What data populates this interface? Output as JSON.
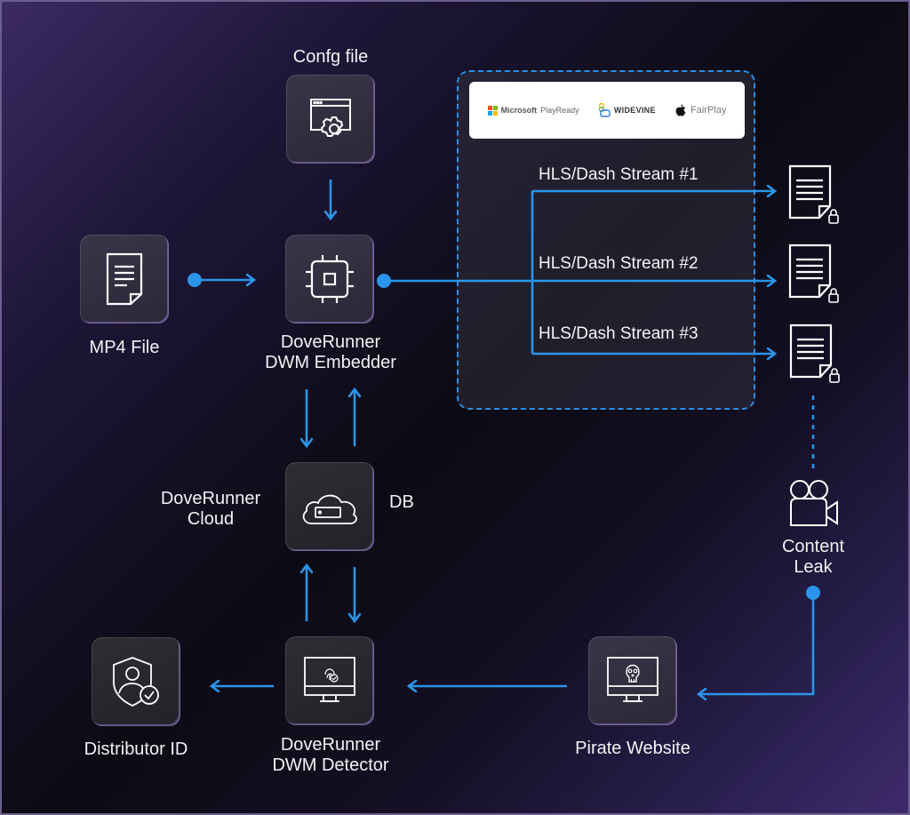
{
  "diagram": {
    "title": "DoveRunner DWM forensic watermarking flow",
    "accent_color": "#2a95ea",
    "nodes": {
      "config": {
        "label": "Confg file",
        "icon": "config-window-gear-icon"
      },
      "mp4": {
        "label": "MP4 File",
        "icon": "document-icon"
      },
      "embedder": {
        "label_line1": "DoveRunner",
        "label_line2": "DWM Embedder",
        "icon": "chip-icon"
      },
      "cloud": {
        "label_line1": "DoveRunner",
        "label_line2": "Cloud",
        "side_label": "DB",
        "icon": "cloud-server-icon"
      },
      "detector": {
        "label_line1": "DoveRunner",
        "label_line2": "DWM Detector",
        "icon": "monitor-fingerprint-icon"
      },
      "distributor": {
        "label": "Distributor ID",
        "icon": "shield-user-check-icon"
      },
      "pirate": {
        "label": "Pirate Website",
        "icon": "monitor-skull-icon"
      },
      "leak": {
        "label_line1": "Content",
        "label_line2": "Leak",
        "icon": "movie-camera-icon"
      }
    },
    "drm": {
      "providers": [
        {
          "name": "Microsoft",
          "product": "PlayReady"
        },
        {
          "name": "WIDEVINE",
          "product": ""
        },
        {
          "name": "",
          "product": "FairPlay"
        }
      ],
      "streams": [
        {
          "label": "HLS/Dash Stream #1",
          "icon": "locked-document-icon"
        },
        {
          "label": "HLS/Dash Stream #2",
          "icon": "locked-document-icon"
        },
        {
          "label": "HLS/Dash Stream #3",
          "icon": "locked-document-icon"
        }
      ]
    },
    "edges": [
      {
        "from": "config",
        "to": "embedder"
      },
      {
        "from": "mp4",
        "to": "embedder"
      },
      {
        "from": "embedder",
        "to": "stream-1"
      },
      {
        "from": "embedder",
        "to": "stream-2"
      },
      {
        "from": "embedder",
        "to": "stream-3"
      },
      {
        "from": "embedder",
        "to": "cloud"
      },
      {
        "from": "cloud",
        "to": "embedder"
      },
      {
        "from": "cloud",
        "to": "detector"
      },
      {
        "from": "detector",
        "to": "cloud"
      },
      {
        "from": "stream-3",
        "to": "leak",
        "style": "dotted"
      },
      {
        "from": "leak",
        "to": "pirate"
      },
      {
        "from": "pirate",
        "to": "detector"
      },
      {
        "from": "detector",
        "to": "distributor"
      }
    ]
  }
}
